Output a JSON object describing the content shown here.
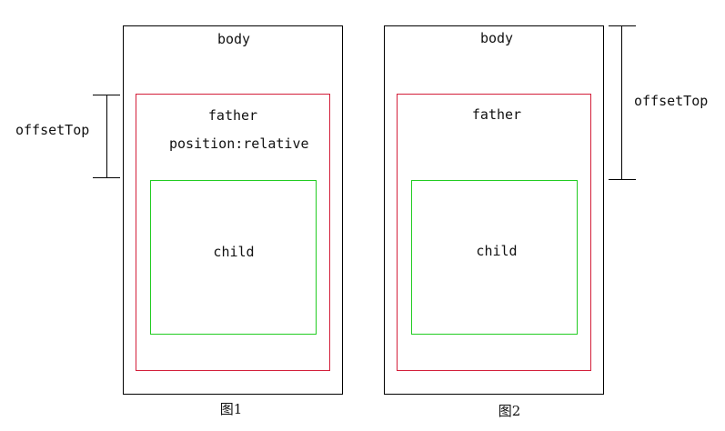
{
  "figure1": {
    "body_label": "body",
    "father_label": "father",
    "father_style_label": "position:relative",
    "child_label": "child",
    "measure_label": "offsetTop",
    "caption": "图1"
  },
  "figure2": {
    "body_label": "body",
    "father_label": "father",
    "child_label": "child",
    "measure_label": "offsetTop",
    "caption": "图2"
  },
  "colors": {
    "body_border": "#000000",
    "father_border": "#d31f3a",
    "child_border": "#22cc22"
  }
}
